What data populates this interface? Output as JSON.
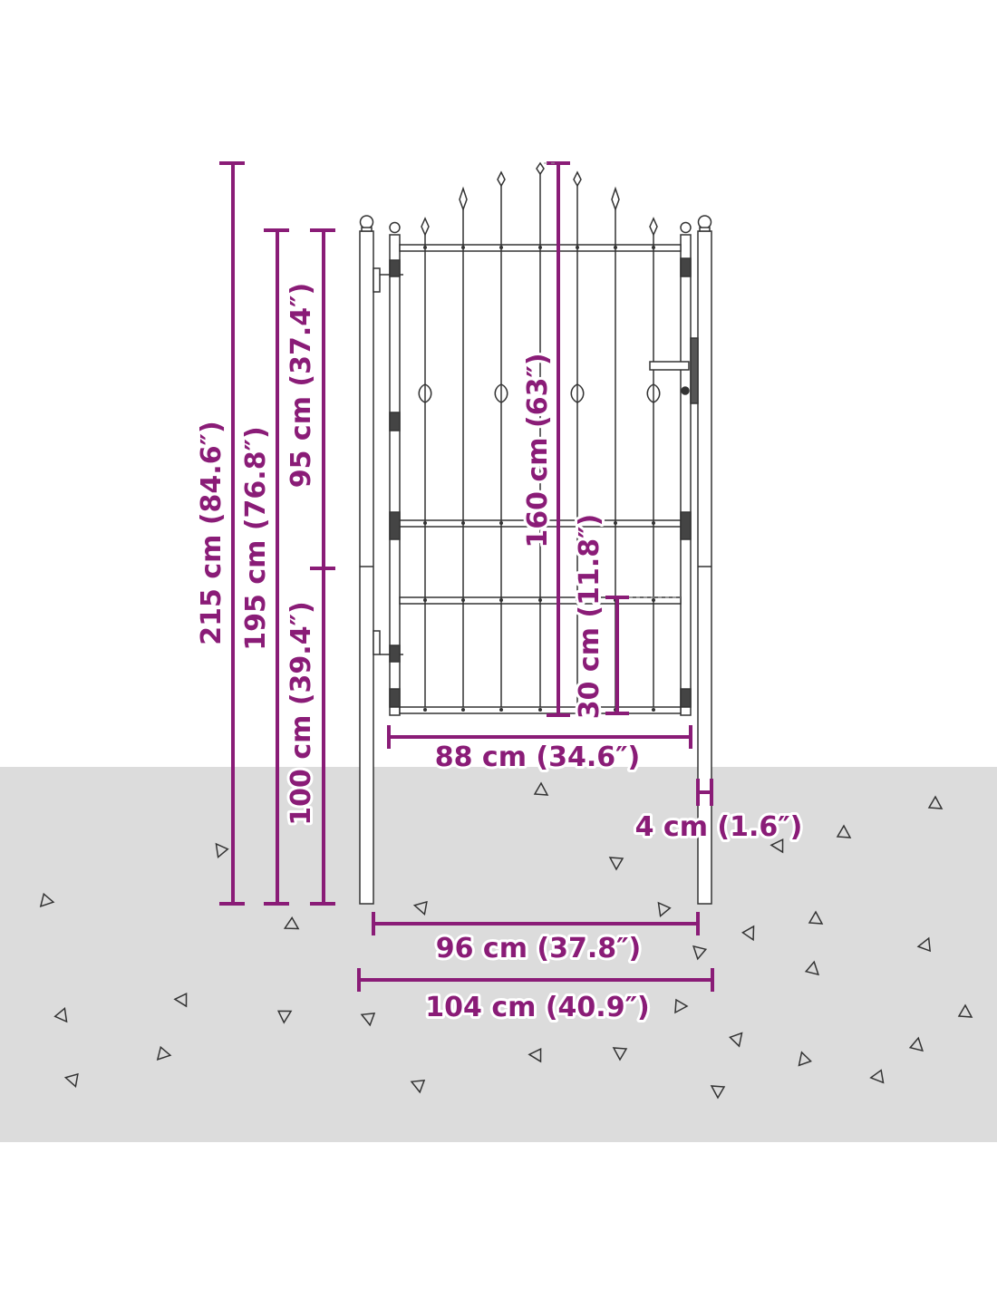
{
  "colors": {
    "dimension": "#8a1c77",
    "ground": "#dcdcdc",
    "gate_lines": "#333333",
    "background": "#ffffff"
  },
  "dimensions": {
    "total_height": "215 cm (84.6″)",
    "post_height": "195 cm (76.8″)",
    "upper_height": "95 cm (37.4″)",
    "lower_height": "100 cm (39.4″)",
    "gate_height": "160 cm (63″)",
    "bar_spacing": "30 cm (11.8″)",
    "gate_width": "88 cm (34.6″)",
    "post_width": "4 cm (1.6″)",
    "inner_width": "96 cm (37.8″)",
    "overall_width": "104 cm (40.9″)"
  }
}
